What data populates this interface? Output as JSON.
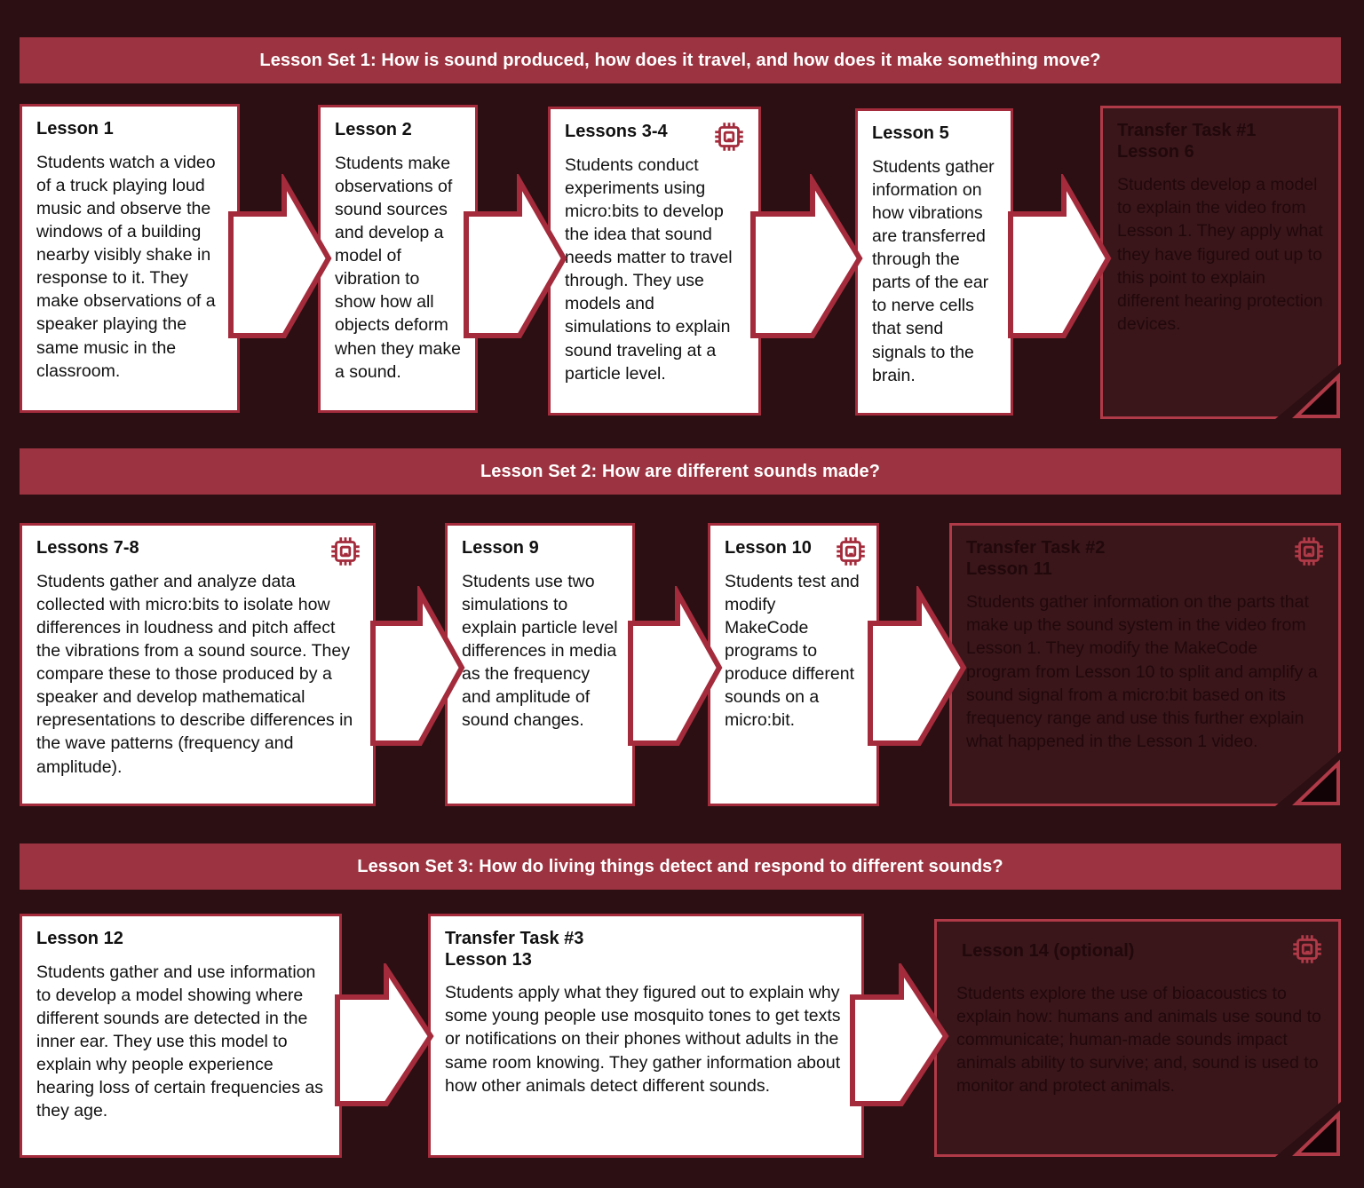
{
  "meta": {
    "background_color": "#2b0f12",
    "header_bar_color": "#9c3340",
    "card_border_color": "#a32b3b",
    "dark_card_bg": "#3a161a",
    "dark_card_border": "#b03a48",
    "arrow_fill": "#ffffff",
    "arrow_stroke": "#a32b3b"
  },
  "sets": [
    {
      "id": "set1",
      "label": "Lesson Set 1: How is sound produced, how does it travel, and how does it make something move?"
    },
    {
      "id": "set2",
      "label": "Lesson Set 2:  How are different sounds made?"
    },
    {
      "id": "set3",
      "label": "Lesson Set 3: How do living things detect and respond to different sounds?"
    }
  ],
  "cards": [
    {
      "id": "lesson-1",
      "title": "Lesson 1",
      "subtitle": "",
      "body": "Students watch a video of a truck playing loud music and observe the windows of a building nearby visibly shake in response to it. They make observations of a speaker playing the same music in the classroom.",
      "style": "light",
      "chip": false,
      "fold": false
    },
    {
      "id": "lesson-2",
      "title": "Lesson 2",
      "subtitle": "",
      "body": "Students make observations of sound sources and develop a model of vibration to show how all objects deform when they make a sound.",
      "style": "light",
      "chip": false,
      "fold": false
    },
    {
      "id": "lessons-3-4",
      "title": "Lessons 3-4",
      "subtitle": "",
      "body": "Students conduct experiments using micro:bits to develop the idea that sound needs matter to travel through. They use models and simulations to explain sound traveling at a particle level.",
      "style": "light",
      "chip": true,
      "fold": false
    },
    {
      "id": "lesson-5",
      "title": "Lesson 5",
      "subtitle": "",
      "body": "Students gather information on how vibrations are transferred through the parts of the ear to nerve cells that send signals to the brain.",
      "style": "light",
      "chip": false,
      "fold": false
    },
    {
      "id": "transfer-task-1",
      "title": "Transfer Task #1",
      "subtitle": "Lesson 6",
      "body": "Students develop a model to explain the video from Lesson 1. They apply what they have figured out up to this point to explain different hearing protection devices.",
      "style": "dark",
      "chip": false,
      "fold": true
    },
    {
      "id": "lessons-7-8",
      "title": "Lessons 7-8",
      "subtitle": "",
      "body": "Students gather and analyze data collected with micro:bits to isolate how differences in loudness and pitch affect the vibrations from a sound source. They compare these to those produced by a speaker and develop mathematical representations to describe differences in the wave patterns (frequency and amplitude).",
      "style": "light",
      "chip": true,
      "fold": false
    },
    {
      "id": "lesson-9",
      "title": "Lesson 9",
      "subtitle": "",
      "body": "Students use two simulations to explain particle level differences in media as the frequency and amplitude of sound changes.",
      "style": "light",
      "chip": false,
      "fold": false
    },
    {
      "id": "lesson-10",
      "title": "Lesson 10",
      "subtitle": "",
      "body": "Students test and modify MakeCode programs to produce different sounds on a micro:bit.",
      "style": "light",
      "chip": true,
      "fold": false
    },
    {
      "id": "transfer-task-2",
      "title": "Transfer Task #2",
      "subtitle": "Lesson 11",
      "body": "Students gather information on the parts that make up the sound system in the video from Lesson 1. They modify the MakeCode program from Lesson 10 to split and amplify a sound signal from a micro:bit based on its frequency range and use this further explain what happened in the Lesson 1 video.",
      "style": "dark",
      "chip": true,
      "fold": true
    },
    {
      "id": "lesson-12",
      "title": "Lesson 12",
      "subtitle": "",
      "body": "Students gather and use information to develop a model showing  where different sounds are detected in the inner ear. They use this model to explain why people experience hearing loss of certain frequencies as they age.",
      "style": "light",
      "chip": false,
      "fold": false
    },
    {
      "id": "transfer-task-3",
      "title": "Transfer Task #3",
      "subtitle": "Lesson 13",
      "body": "Students apply what they figured out to explain why some young people use mosquito tones to get texts or notifications on their phones without adults in the same room knowing. They gather information about how other animals detect different sounds.",
      "style": "light",
      "chip": false,
      "fold": false
    },
    {
      "id": "lesson-14",
      "title": "Lesson 14 (optional)",
      "subtitle": "",
      "body": "Students explore the use of bioacoustics to explain how: humans and animals use sound to communicate; human-made sounds impact animals ability to survive; and, sound is used to monitor and protect animals.",
      "style": "dark",
      "chip": true,
      "fold": true
    }
  ],
  "icons": {
    "chip": "microchip-icon"
  }
}
